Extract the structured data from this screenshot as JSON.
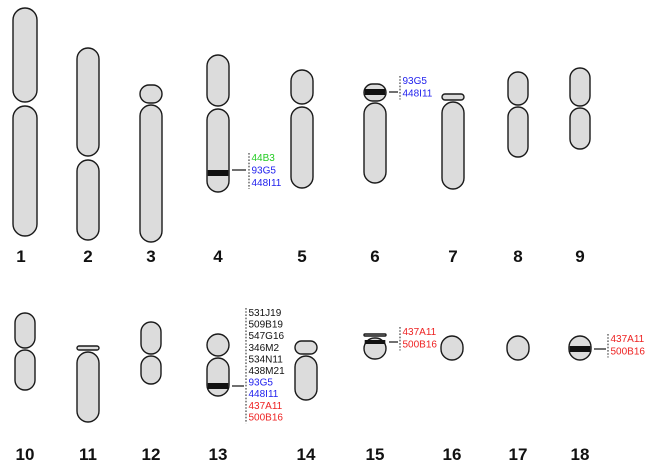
{
  "colors": {
    "chromosome_fill": "#dcdcdc",
    "outline": "#1a1a1a",
    "band": "#111111",
    "black": "#111111",
    "blue": "#2222ee",
    "green": "#22cc22",
    "red": "#ee2222"
  },
  "chromosomes": [
    {
      "number": "1"
    },
    {
      "number": "2"
    },
    {
      "number": "3"
    },
    {
      "number": "4"
    },
    {
      "number": "5"
    },
    {
      "number": "6"
    },
    {
      "number": "7"
    },
    {
      "number": "8"
    },
    {
      "number": "9"
    },
    {
      "number": "10"
    },
    {
      "number": "11"
    },
    {
      "number": "12"
    },
    {
      "number": "13"
    },
    {
      "number": "14"
    },
    {
      "number": "15"
    },
    {
      "number": "16"
    },
    {
      "number": "17"
    },
    {
      "number": "18"
    }
  ],
  "probe_groups": [
    {
      "chromosome": "4",
      "probes": [
        {
          "name": "44B3",
          "color": "green"
        },
        {
          "name": "93G5",
          "color": "blue"
        },
        {
          "name": "448I11",
          "color": "blue"
        }
      ]
    },
    {
      "chromosome": "6",
      "probes": [
        {
          "name": "93G5",
          "color": "blue"
        },
        {
          "name": "448I11",
          "color": "blue"
        }
      ]
    },
    {
      "chromosome": "13",
      "probes": [
        {
          "name": "531J19",
          "color": "black"
        },
        {
          "name": "509B19",
          "color": "black"
        },
        {
          "name": "547G16",
          "color": "black"
        },
        {
          "name": "346M2",
          "color": "black"
        },
        {
          "name": "534N11",
          "color": "black"
        },
        {
          "name": "438M21",
          "color": "black"
        },
        {
          "name": "93G5",
          "color": "blue"
        },
        {
          "name": "448I11",
          "color": "blue"
        },
        {
          "name": "437A11",
          "color": "red"
        },
        {
          "name": "500B16",
          "color": "red"
        }
      ]
    },
    {
      "chromosome": "15",
      "probes": [
        {
          "name": "437A11",
          "color": "red"
        },
        {
          "name": "500B16",
          "color": "red"
        }
      ]
    },
    {
      "chromosome": "18",
      "probes": [
        {
          "name": "437A11",
          "color": "red"
        },
        {
          "name": "500B16",
          "color": "red"
        }
      ]
    }
  ]
}
